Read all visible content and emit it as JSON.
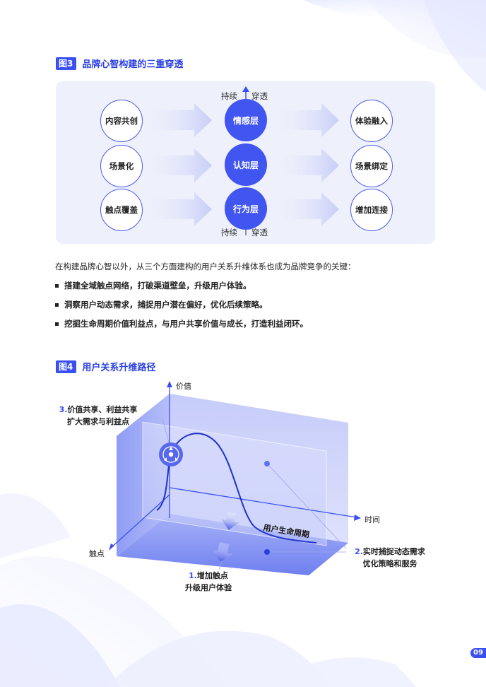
{
  "fig3": {
    "tag": "图3",
    "title": "品牌心智构建的三重穿透",
    "left_items": [
      "内容共创",
      "场景化",
      "触点覆盖"
    ],
    "center_layers": [
      "情感层",
      "认知层",
      "行为层"
    ],
    "right_items": [
      "体验融入",
      "场景绑定",
      "增加连接"
    ],
    "top_labels": {
      "left": "持续",
      "right": "穿透"
    },
    "bottom_labels": {
      "left": "持续",
      "right": "穿透"
    }
  },
  "intro": "在构建品牌心智以外，从三个方面建构的用户关系升维体系也成为品牌竞争的关键：",
  "bullets": [
    "搭建全域触点网络，打破渠道壁垒，升级用户体验。",
    "洞察用户动态需求，捕捉用户潜在偏好，优化后续策略。",
    "挖掘生命周期价值利益点，与用户共享价值与成长，打造利益闭环。"
  ],
  "fig4": {
    "tag": "图4",
    "title": "用户关系升维路径",
    "axis_value": "价值",
    "axis_time": "时间",
    "axis_touch": "触点",
    "curve_label": "用户生命周期",
    "ann3": {
      "num": "3.",
      "line1": "价值共享、利益共享",
      "line2": "扩大需求与利益点"
    },
    "ann2": {
      "num": "2.",
      "line1": "实时捕捉动态需求",
      "line2": "优化策略和服务"
    },
    "ann1": {
      "num": "1.",
      "line1": "增加触点",
      "line2": "升级用户体验"
    }
  },
  "page_number": "09"
}
